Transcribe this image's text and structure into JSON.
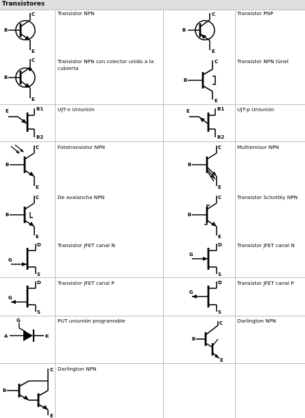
{
  "section": {
    "title": "Transistores"
  },
  "rows": [
    {
      "left": {
        "label": "Transistor NPN",
        "symbol": "npn-transistor",
        "pins": [
          "B",
          "C",
          "E"
        ]
      },
      "right": {
        "label": "Transistor PNP",
        "symbol": "pnp-transistor",
        "pins": [
          "B",
          "C",
          "E"
        ]
      }
    },
    {
      "left": {
        "label": "Transistor NPN con colector unido a la cubierta",
        "symbol": "npn-collector-case",
        "pins": [
          "B",
          "C",
          "E"
        ]
      },
      "right": {
        "label": "Transistor NPN túnel",
        "symbol": "npn-tunnel",
        "pins": [
          "B",
          "C",
          "E"
        ]
      }
    },
    {
      "left": {
        "label": "UJT-n Uniunión",
        "symbol": "ujt-n",
        "pins": [
          "E",
          "B1",
          "B2"
        ]
      },
      "right": {
        "label": "UJT-p Uniunión",
        "symbol": "ujt-p",
        "pins": [
          "E",
          "B1",
          "B2"
        ]
      }
    },
    {
      "left": {
        "label": "Fototransistor NPN",
        "symbol": "phototransistor",
        "pins": [
          "B",
          "C",
          "E"
        ]
      },
      "right": {
        "label": "Multiemisor NPN",
        "symbol": "multiemitter",
        "pins": [
          "B",
          "C",
          "E"
        ]
      }
    },
    {
      "left": {
        "label": "De avalancha NPN",
        "symbol": "avalanche-npn",
        "pins": [
          "B",
          "C",
          "E"
        ]
      },
      "right": {
        "label": "Transistor Schottky NPN",
        "symbol": "schottky-npn",
        "pins": [
          "B",
          "C",
          "E"
        ]
      }
    },
    {
      "left": {
        "label": "Transistor JFET canal N",
        "symbol": "jfet-n",
        "pins": [
          "G",
          "D",
          "S"
        ]
      },
      "right": {
        "label": "Transistor JFET canal N",
        "symbol": "jfet-n-alt",
        "pins": [
          "G",
          "D",
          "S"
        ]
      }
    },
    {
      "left": {
        "label": "Transistor JFET canal P",
        "symbol": "jfet-p",
        "pins": [
          "G",
          "D",
          "S"
        ]
      },
      "right": {
        "label": "Transistor JFET canal P",
        "symbol": "jfet-p-alt",
        "pins": [
          "G",
          "D",
          "S"
        ]
      }
    },
    {
      "left": {
        "label": "PUT uniunión programable",
        "symbol": "put",
        "pins": [
          "G",
          "A",
          "K"
        ]
      },
      "right": {
        "label": "Darlington NPN",
        "symbol": "darlington-single",
        "pins": [
          "B",
          "C",
          "E"
        ]
      }
    },
    {
      "left": {
        "label": "Darlington NPN",
        "symbol": "darlington",
        "pins": [
          "B",
          "C",
          "E"
        ]
      },
      "right": {
        "label": "",
        "symbol": "",
        "pins": []
      }
    }
  ]
}
